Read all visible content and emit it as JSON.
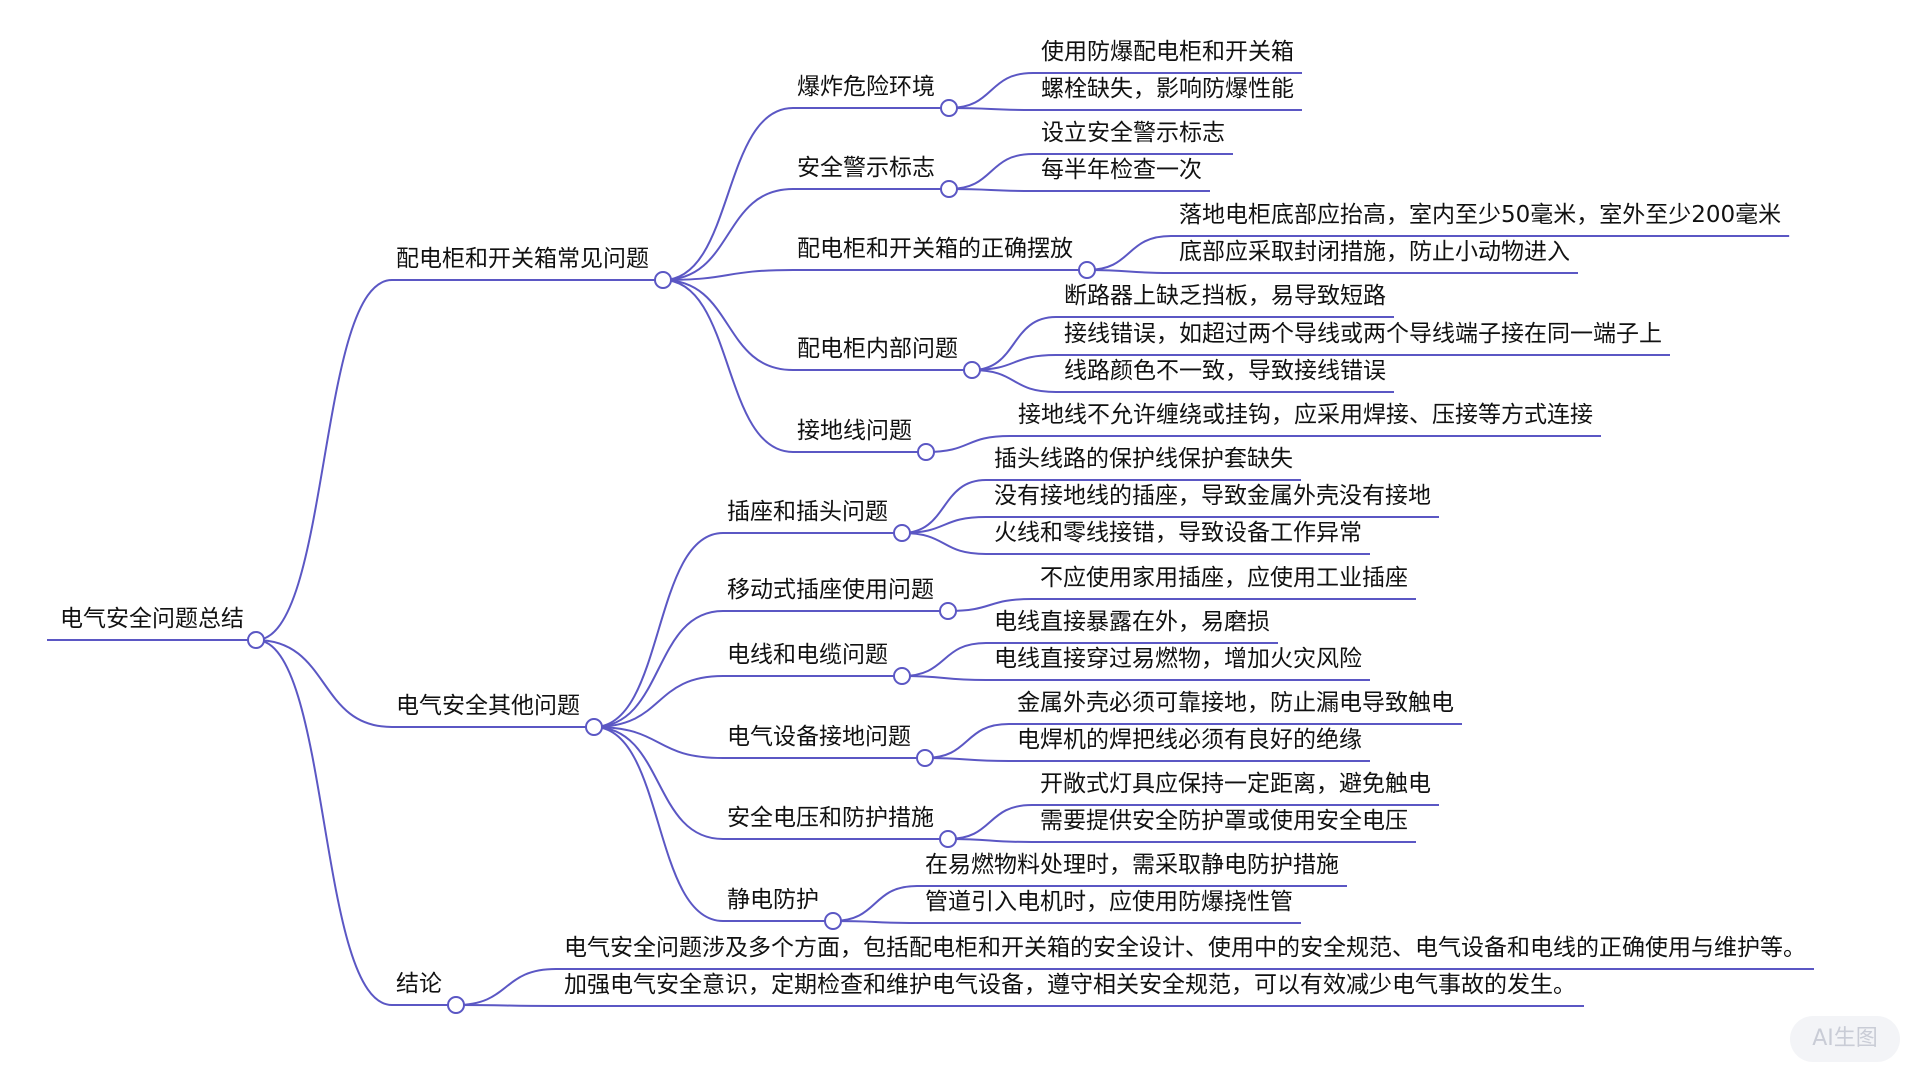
{
  "theme": {
    "line_color": "#5b57c4",
    "text_color": "#111111",
    "background": "#ffffff"
  },
  "mindmap": {
    "root": "电气安全问题总结",
    "branches": [
      {
        "label": "配电柜和开关箱常见问题",
        "children": [
          {
            "label": "爆炸危险环境",
            "children": [
              "使用防爆配电柜和开关箱",
              "螺栓缺失，影响防爆性能"
            ]
          },
          {
            "label": "安全警示标志",
            "children": [
              "设立安全警示标志",
              "每半年检查一次"
            ]
          },
          {
            "label": "配电柜和开关箱的正确摆放",
            "children": [
              "落地电柜底部应抬高，室内至少50毫米，室外至少200毫米",
              "底部应采取封闭措施，防止小动物进入"
            ]
          },
          {
            "label": "配电柜内部问题",
            "children": [
              "断路器上缺乏挡板，易导致短路",
              "接线错误，如超过两个导线或两个导线端子接在同一端子上",
              "线路颜色不一致，导致接线错误"
            ]
          },
          {
            "label": "接地线问题",
            "children": [
              "接地线不允许缠绕或挂钩，应采用焊接、压接等方式连接"
            ]
          }
        ]
      },
      {
        "label": "电气安全其他问题",
        "children": [
          {
            "label": "插座和插头问题",
            "children": [
              "插头线路的保护线保护套缺失",
              "没有接地线的插座，导致金属外壳没有接地",
              "火线和零线接错，导致设备工作异常"
            ]
          },
          {
            "label": "移动式插座使用问题",
            "children": [
              "不应使用家用插座，应使用工业插座"
            ]
          },
          {
            "label": "电线和电缆问题",
            "children": [
              "电线直接暴露在外，易磨损",
              "电线直接穿过易燃物，增加火灾风险"
            ]
          },
          {
            "label": "电气设备接地问题",
            "children": [
              "金属外壳必须可靠接地，防止漏电导致触电",
              "电焊机的焊把线必须有良好的绝缘"
            ]
          },
          {
            "label": "安全电压和防护措施",
            "children": [
              "开敞式灯具应保持一定距离，避免触电",
              "需要提供安全防护罩或使用安全电压"
            ]
          },
          {
            "label": "静电防护",
            "children": [
              "在易燃物料处理时，需采取静电防护措施",
              "管道引入电机时，应使用防爆挠性管"
            ]
          }
        ]
      },
      {
        "label": "结论",
        "children": [
          "电气安全问题涉及多个方面，包括配电柜和开关箱的安全设计、使用中的安全规范、电气设备和电线的正确使用与维护等。",
          "加强电气安全意识，定期检查和维护电气设备，遵守相关安全规范，可以有效减少电气事故的发生。"
        ]
      }
    ]
  },
  "watermark": "AI生图"
}
